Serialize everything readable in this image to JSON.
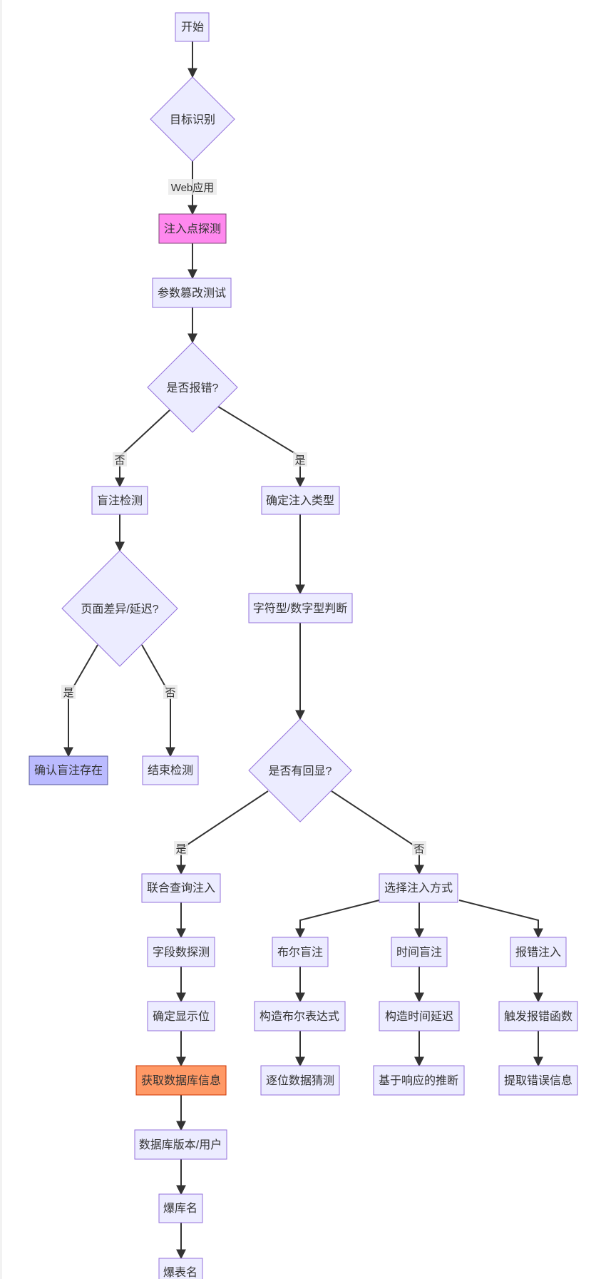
{
  "nodes": {
    "start": "开始",
    "target": "目标识别",
    "inject_probe": "注入点探测",
    "param_tamper": "参数篡改测试",
    "has_error": "是否报错?",
    "blind_detect": "盲注检测",
    "confirm_type": "确定注入类型",
    "page_diff": "页面差异/延迟?",
    "str_num": "字符型/数字型判断",
    "blind_exists": "确认盲注存在",
    "end_detect": "结束检测",
    "has_echo": "是否有回显?",
    "union": "联合查询注入",
    "choose_method": "选择注入方式",
    "field_count": "字段数探测",
    "bool_blind": "布尔盲注",
    "time_blind": "时间盲注",
    "error_inject": "报错注入",
    "display_pos": "确定显示位",
    "bool_expr": "构造布尔表达式",
    "time_delay": "构造时间延迟",
    "trigger_err": "触发报错函数",
    "db_info": "获取数据库信息",
    "bit_guess": "逐位数据猜测",
    "resp_infer": "基于响应的推断",
    "extract_err": "提取错误信息",
    "db_version": "数据库版本/用户",
    "dump_db": "爆库名",
    "dump_table": "爆表名"
  },
  "edge_labels": {
    "web_app": "Web应用",
    "no_1": "否",
    "yes_1": "是",
    "yes_2": "是",
    "no_2": "否",
    "yes_3": "是",
    "no_3": "否"
  },
  "colors": {
    "node_fill": "#ECECFF",
    "node_stroke": "#9370DB",
    "highlight_pink": "#FF88EE",
    "highlight_blue": "#BBBBFF",
    "highlight_orange": "#FF9966",
    "edge": "#333333"
  }
}
